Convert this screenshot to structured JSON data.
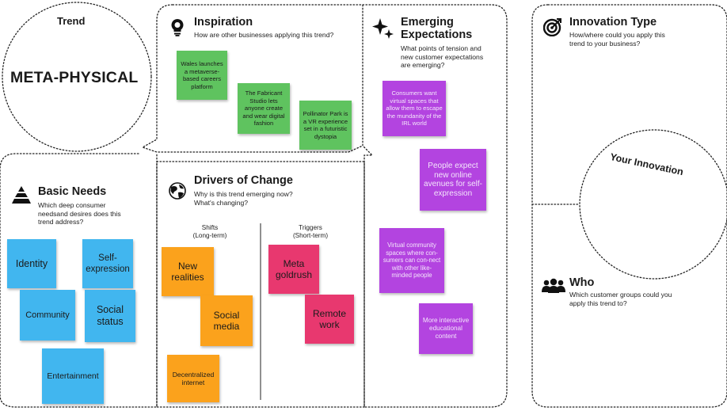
{
  "trend": {
    "label": "Trend",
    "name": "META-PHYSICAL"
  },
  "inspiration": {
    "title": "Inspiration",
    "question": "How are other businesses applying this trend?",
    "notes": [
      "Wales launches a metaverse-based careers platform",
      "The Fabricant Studio lets anyone create and wear digital fashion",
      "Pollinator Park is a VR experience set in a futuristic dystopia"
    ]
  },
  "emerging": {
    "title_line1": "Emerging",
    "title_line2": "Expectations",
    "question": "What points of tension and new customer expectations are emerging?",
    "notes": [
      "Consumers want virtual spaces that allow them to escape the mundanity of the IRL world",
      "People expect new online avenues for self-expression",
      "Virtual community spaces where con-sumers can con-nect with other like-minded people",
      "More interactive educational content"
    ]
  },
  "innovation_type": {
    "title": "Innovation Type",
    "question": "How/where could you apply this trend to your business?"
  },
  "your_innovation": {
    "label": "Your Innovation"
  },
  "who": {
    "title": "Who",
    "question": "Which customer groups could you apply this trend to?"
  },
  "basic_needs": {
    "title": "Basic Needs",
    "question": "Which deep consumer needsand desires does this trend address?",
    "notes": [
      "Identity",
      "Self-expression",
      "Community",
      "Social status",
      "Entertainment"
    ]
  },
  "drivers": {
    "title": "Drivers of Change",
    "question_line1": "Why is this trend emerging now?",
    "question_line2": "What's changing?",
    "shifts_label": "Shifts",
    "shifts_sub": "(Long-term)",
    "triggers_label": "Triggers",
    "triggers_sub": "(Short-term)",
    "shift_notes": [
      "New realities",
      "Social media",
      "Decentralized internet"
    ],
    "trigger_notes": [
      "Meta goldrush",
      "Remote work"
    ]
  },
  "colors": {
    "green": "#5fc35f",
    "purple": "#b344e0",
    "blue": "#41b6ef",
    "orange": "#fba21c",
    "red": "#e8386f",
    "border": "#222222"
  },
  "icons": [
    "lightbulb-icon",
    "sparkle-icon",
    "target-icon",
    "pyramid-icon",
    "globe-icon",
    "people-icon"
  ]
}
